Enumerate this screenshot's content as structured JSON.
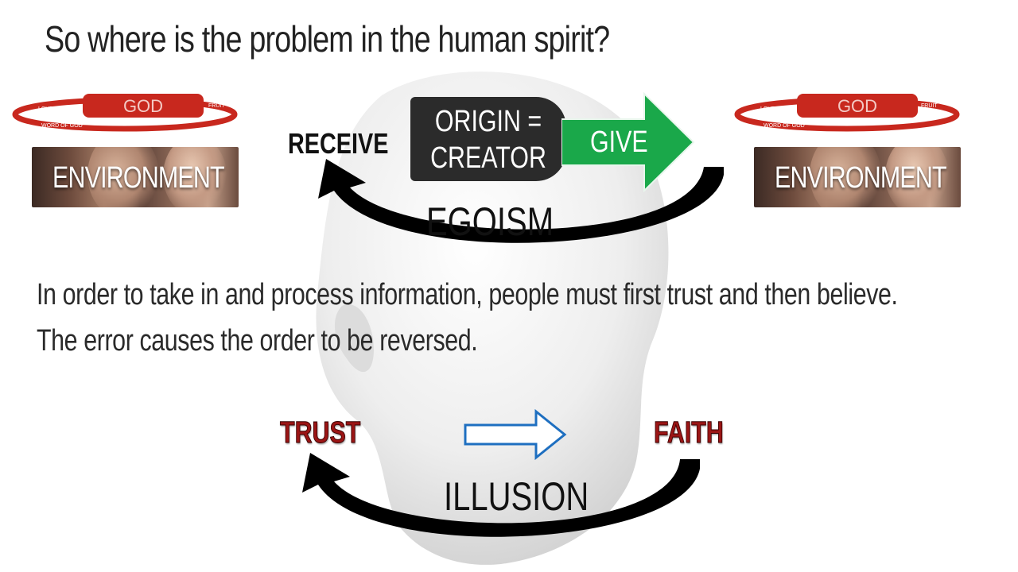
{
  "title": "So where is the problem in the human spirit?",
  "god_ring": {
    "god": "GOD",
    "love": "LOVE",
    "fruit": "FRUIT",
    "word_of_god": "WORD OF GOD"
  },
  "environment_label": "ENVIRONMENT",
  "egoism_cycle": {
    "receive": "RECEIVE",
    "origin_line1": "ORIGIN =",
    "origin_line2": "CREATOR",
    "give": "GIVE",
    "egoism": "EGOISM"
  },
  "body": {
    "line1": "In order to take in and process information, people must first trust and then believe.",
    "line2": "The error causes the order to be reversed."
  },
  "illusion_cycle": {
    "trust": "TRUST",
    "faith": "FAITH",
    "illusion": "ILLUSION"
  },
  "colors": {
    "god_red": "#c8281e",
    "give_green": "#1aa84a",
    "origin_dark": "#2b2b2b",
    "trust_red": "#9b1515",
    "arrow_blue": "#1e6fc0"
  }
}
